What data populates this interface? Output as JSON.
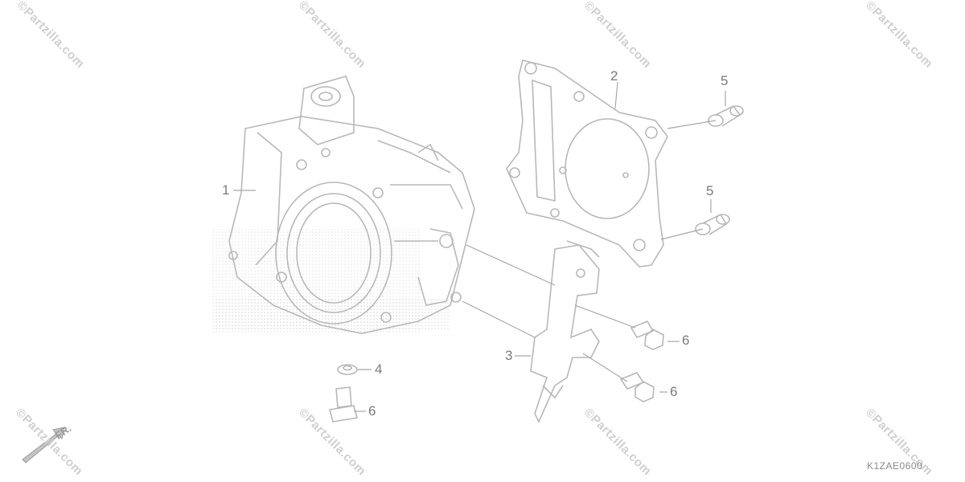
{
  "watermark": {
    "text": "©Partzilla.com"
  },
  "callouts": {
    "c1": "1",
    "c2": "2",
    "c3": "3",
    "c4": "4",
    "c5a": "5",
    "c5b": "5",
    "c6a": "6",
    "c6b": "6",
    "c6c": "6"
  },
  "direction_label": "FR.",
  "diagram_code": "K1ZAE0600",
  "colors": {
    "line": "#bdbdbd",
    "stroke_dark": "#a8a8a8",
    "callout_text": "#7a7a7a",
    "watermark": "#cfcfcf"
  }
}
